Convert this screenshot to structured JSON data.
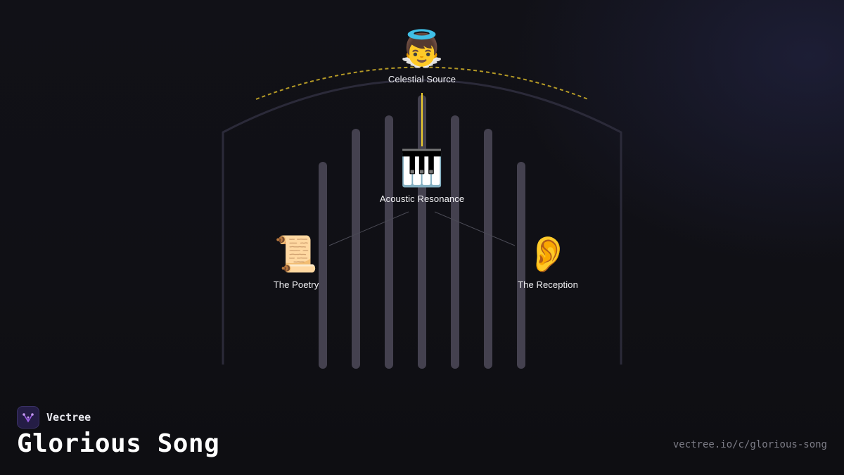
{
  "nodes": {
    "source": {
      "icon": "angel-icon",
      "emoji": "👼",
      "label": "Celestial Source"
    },
    "resonance": {
      "icon": "piano-keys-icon",
      "emoji": "🎹",
      "label": "Acoustic Resonance"
    },
    "poetry": {
      "icon": "scroll-icon",
      "emoji": "📜",
      "label": "The Poetry"
    },
    "reception": {
      "icon": "ear-icon",
      "emoji": "👂",
      "label": "The Reception"
    }
  },
  "colors": {
    "background": "#111116",
    "pipe": "#44414f",
    "arch": "#2b2a39",
    "halo_arc": "#b59a26",
    "beam": "#f1cf2c",
    "connector": "#4a4a55",
    "brand_accent": "#9b5de5"
  },
  "footer": {
    "brand": "Vectree",
    "title": "Glorious Song",
    "url": "vectree.io/c/glorious-song"
  }
}
